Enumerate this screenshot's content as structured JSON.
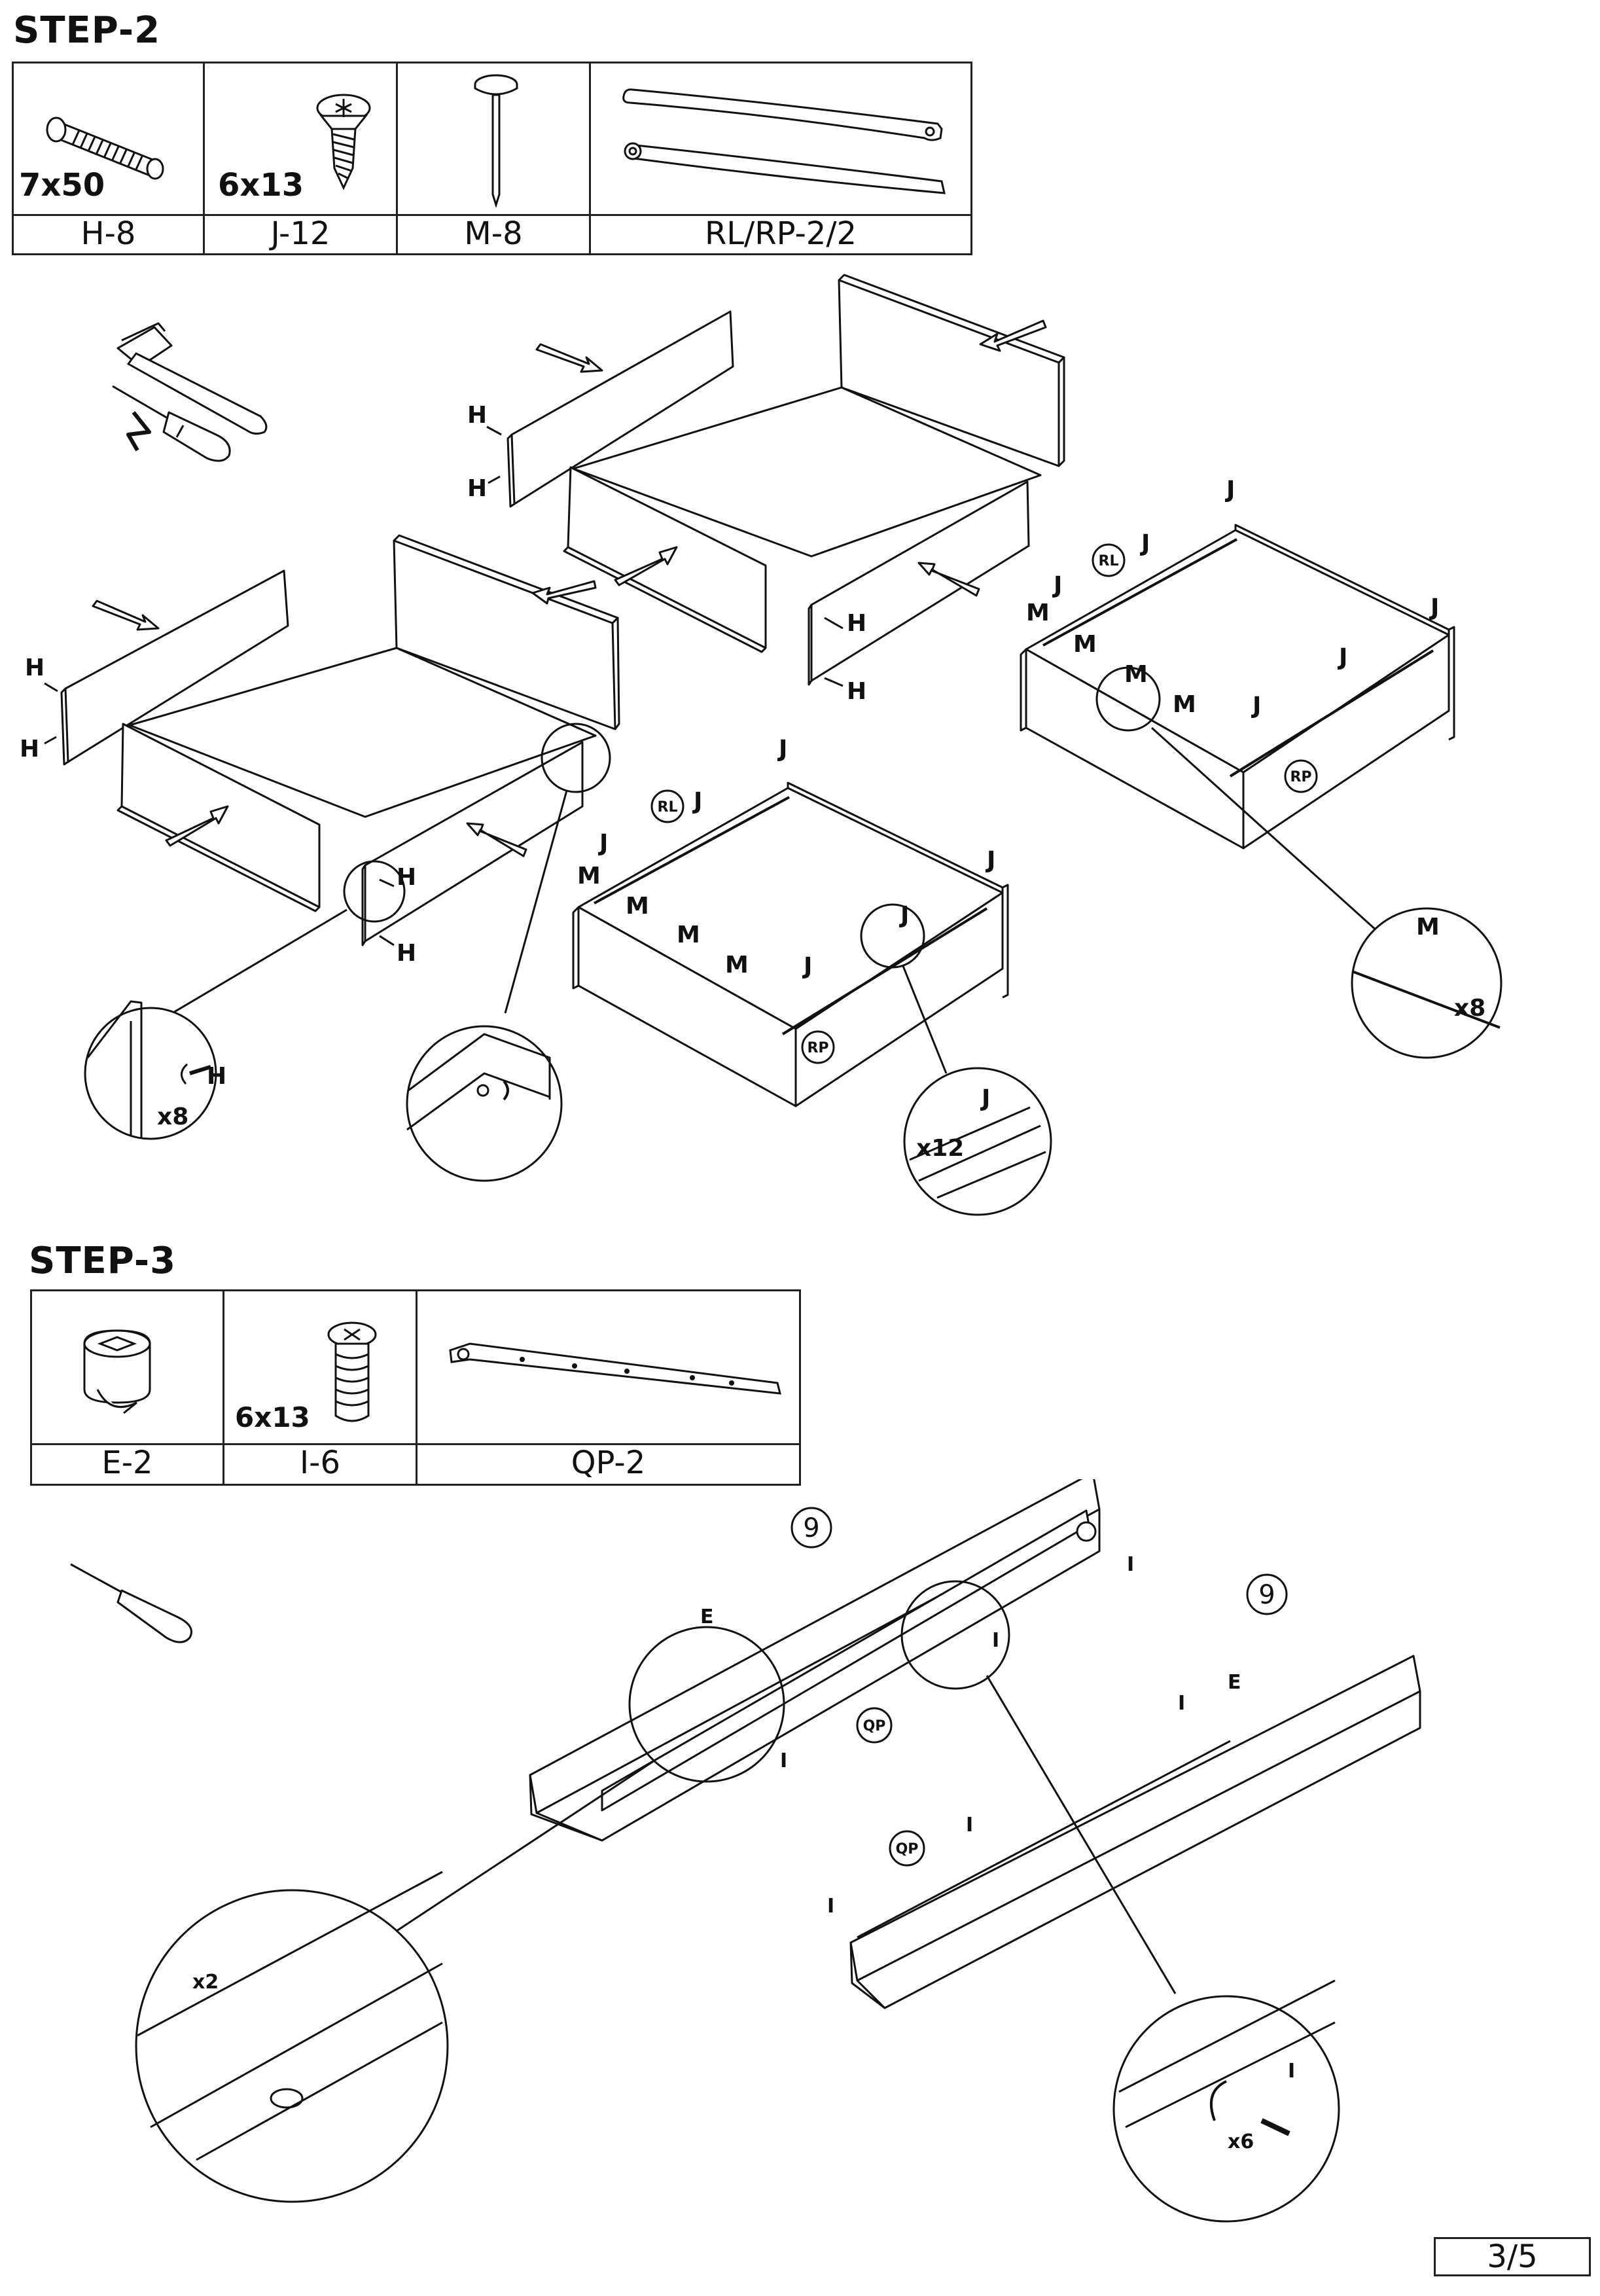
{
  "step2": {
    "title": "STEP-2",
    "parts": [
      {
        "size": "7x50",
        "code": "H-8",
        "icon": "dowel-icon"
      },
      {
        "size": "6x13",
        "code": "J-12",
        "icon": "wood-screw-icon"
      },
      {
        "size": "",
        "code": "M-8",
        "icon": "nail-icon"
      },
      {
        "size": "",
        "code": "RL/RP-2/2",
        "icon": "drawer-rails-icon"
      }
    ],
    "labels": {
      "h": "H",
      "j": "J",
      "m": "M",
      "rl": "RL",
      "rp": "RP",
      "x8_dowel": "x8",
      "x12": "x12",
      "x8_nail": "x8"
    }
  },
  "step3": {
    "title": "STEP-3",
    "parts": [
      {
        "size": "",
        "code": "E-2",
        "icon": "cam-lock-icon"
      },
      {
        "size": "6x13",
        "code": "I-6",
        "icon": "euro-screw-icon"
      },
      {
        "size": "",
        "code": "QP-2",
        "icon": "runner-rail-icon"
      }
    ],
    "labels": {
      "nine": "9",
      "e": "E",
      "i": "I",
      "qp": "QP",
      "x2": "x2",
      "x6": "x6"
    }
  },
  "page": "3/5",
  "tools": [
    "hammer-icon",
    "screwdriver-icon",
    "allen-key-icon"
  ]
}
